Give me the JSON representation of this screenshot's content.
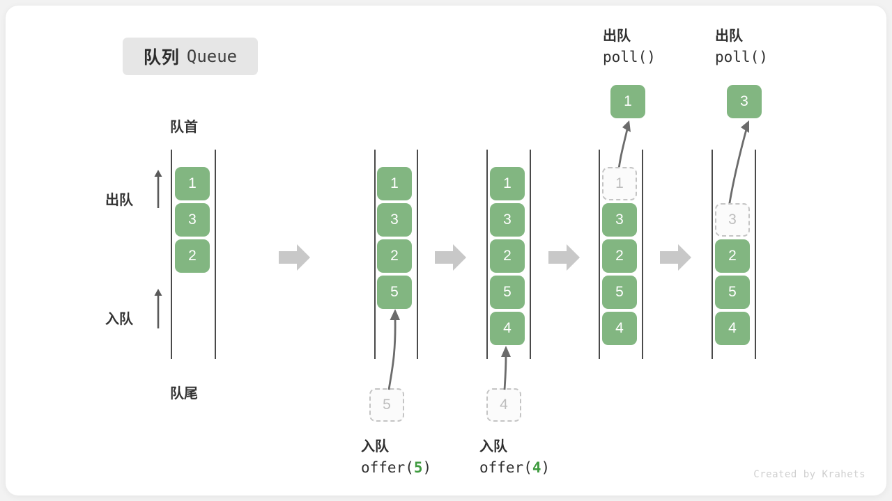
{
  "title": {
    "cn": "队列",
    "en": "Queue"
  },
  "structure_labels": {
    "head": "队首",
    "tail": "队尾",
    "dequeue_direction": "出队",
    "enqueue_direction": "入队"
  },
  "icons": {
    "step_arrow": "right-block-arrow-icon",
    "direction_arrow": "up-arrow-icon",
    "motion_arrow": "curved-arrow-icon"
  },
  "colors": {
    "element_fill": "#82b681",
    "element_text": "#ffffff",
    "ghost_border": "#c4c4c4",
    "ghost_text": "#bdbdbd",
    "rail": "#4a4a4a",
    "step_arrow": "#c8c8c8",
    "motion_arrow": "#6b6b6b",
    "badge_bg": "#e6e6e6",
    "accent_code": "#3f9b3f",
    "canvas_bg": "#f2f2f2",
    "card_bg": "#ffffff"
  },
  "columns": [
    {
      "id": "initial",
      "caption_top": "队首",
      "caption_bottom": "队尾",
      "cells": [
        {
          "value": "1",
          "state": "filled"
        },
        {
          "value": "3",
          "state": "filled"
        },
        {
          "value": "2",
          "state": "filled"
        }
      ]
    },
    {
      "id": "after-offer-5",
      "cells": [
        {
          "value": "1",
          "state": "filled"
        },
        {
          "value": "3",
          "state": "filled"
        },
        {
          "value": "2",
          "state": "filled"
        },
        {
          "value": "5",
          "state": "filled"
        }
      ],
      "incoming": {
        "value": "5",
        "state": "ghost"
      },
      "operation": {
        "cn": "入队",
        "code_prefix": "offer(",
        "code_arg": "5",
        "code_suffix": ")"
      }
    },
    {
      "id": "after-offer-4",
      "cells": [
        {
          "value": "1",
          "state": "filled"
        },
        {
          "value": "3",
          "state": "filled"
        },
        {
          "value": "2",
          "state": "filled"
        },
        {
          "value": "5",
          "state": "filled"
        },
        {
          "value": "4",
          "state": "filled"
        }
      ],
      "incoming": {
        "value": "4",
        "state": "ghost"
      },
      "operation": {
        "cn": "入队",
        "code_prefix": "offer(",
        "code_arg": "4",
        "code_suffix": ")"
      }
    },
    {
      "id": "after-poll-1",
      "cells": [
        {
          "value": "1",
          "state": "ghost"
        },
        {
          "value": "3",
          "state": "filled"
        },
        {
          "value": "2",
          "state": "filled"
        },
        {
          "value": "5",
          "state": "filled"
        },
        {
          "value": "4",
          "state": "filled"
        }
      ],
      "outgoing": {
        "value": "1",
        "state": "filled"
      },
      "operation": {
        "cn": "出队",
        "code_prefix": "poll(",
        "code_arg": "",
        "code_suffix": ")"
      }
    },
    {
      "id": "after-poll-3",
      "cells": [
        {
          "value": "3",
          "state": "ghost"
        },
        {
          "value": "2",
          "state": "filled"
        },
        {
          "value": "5",
          "state": "filled"
        },
        {
          "value": "4",
          "state": "filled"
        }
      ],
      "outgoing": {
        "value": "3",
        "state": "filled"
      },
      "operation": {
        "cn": "出队",
        "code_prefix": "poll(",
        "code_arg": "",
        "code_suffix": ")"
      }
    }
  ],
  "watermark": "Created by Krahets"
}
